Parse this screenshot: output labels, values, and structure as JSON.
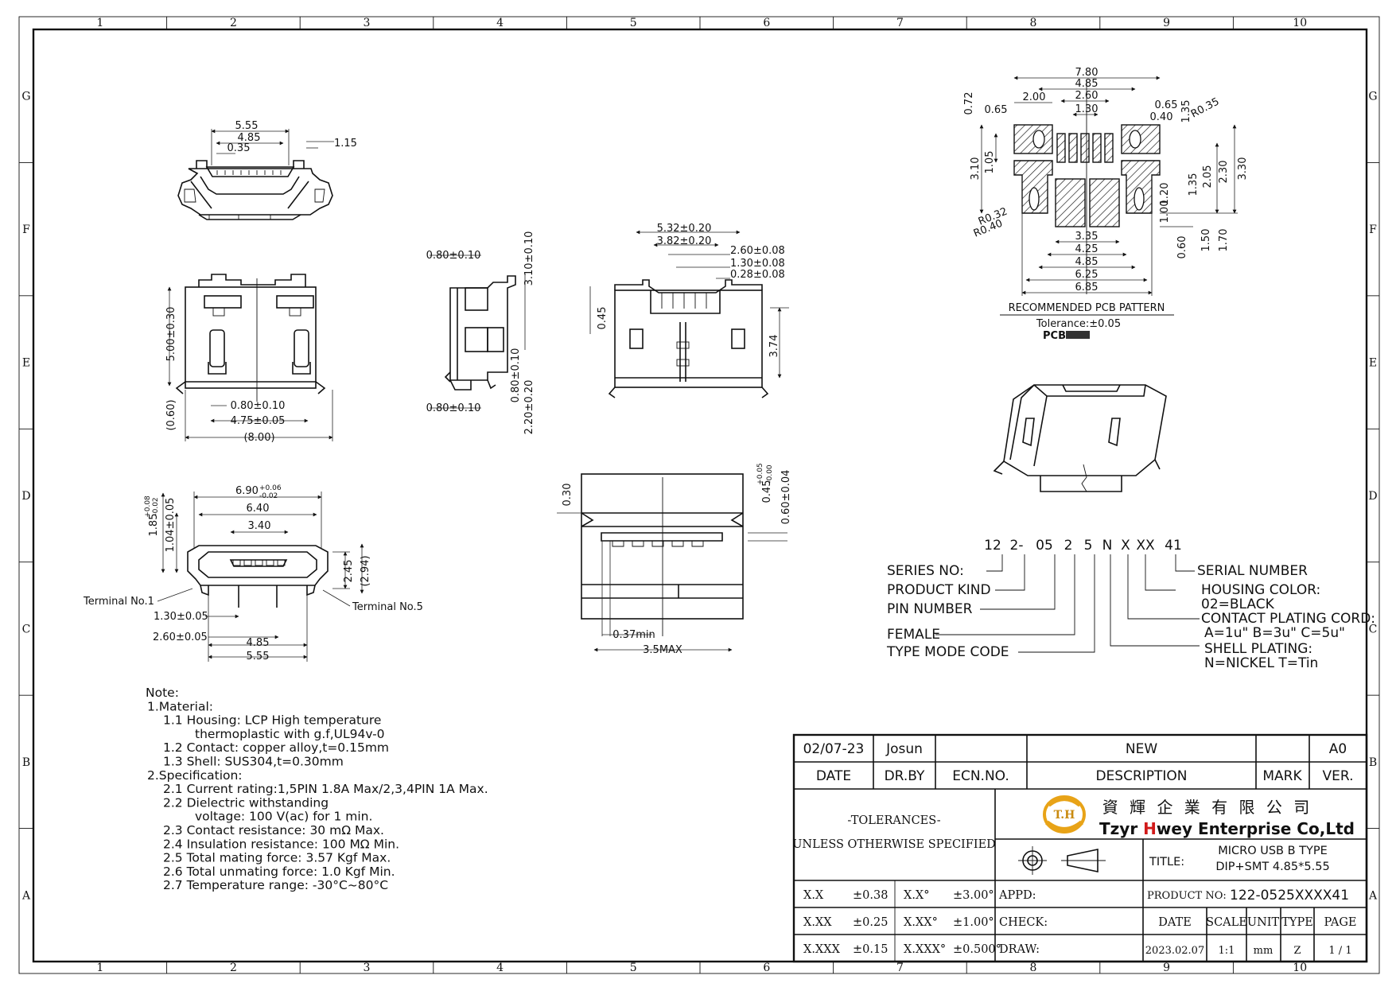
{
  "grid": {
    "columns": [
      "1",
      "2",
      "3",
      "4",
      "5",
      "6",
      "7",
      "8",
      "9",
      "10"
    ],
    "rows": [
      "G",
      "F",
      "E",
      "D",
      "C",
      "B",
      "A"
    ]
  },
  "dims": {
    "top_view": [
      "5.55",
      "4.85",
      "0.35",
      "1.15"
    ],
    "front_view": [
      "5.00±0.30",
      "0.80±0.10",
      "4.75±0.05",
      "(8.00)",
      "(0.60)"
    ],
    "side_view": [
      "0.80±0.10",
      "3.10±0.10",
      "0.80±0.10",
      "0.80±0.10",
      "2.20±0.20"
    ],
    "end_view": [
      "5.32±0.20",
      "3.82±0.20",
      "2.60±0.08",
      "1.30±0.08",
      "0.28±0.08",
      "0.45",
      "3.74"
    ],
    "mate_view": {
      "d1_base": "6.90",
      "d1_tol_up": "+0.06",
      "d1_tol_dn": "-0.02",
      "items": [
        "6.40",
        "3.40",
        "2.45",
        "(2.94)",
        "1.30±0.05",
        "2.60±0.05",
        "4.85",
        "5.55"
      ],
      "v1_base": "1.85",
      "v1_tol_up": "+0.08",
      "v1_tol_dn": "-0.02",
      "v2": "1.04±0.05",
      "terminal1": "Terminal No.1",
      "terminal5": "Terminal No.5"
    },
    "section_view": {
      "items": [
        "0.30",
        "0.37min",
        "3.5MAX",
        "0.60±0.04"
      ],
      "v1_base": "0.45",
      "v1_tol_up": "+0.05",
      "v1_tol_dn": "-0.00"
    },
    "pcb": {
      "top": [
        "7.80",
        "4.85",
        "2.60",
        "1.30",
        "2.00",
        "0.65",
        "0.65",
        "0.40",
        "R0.35",
        "0.72",
        "1.35"
      ],
      "left": [
        "3.10",
        "1.05",
        "R0.32",
        "R0.40"
      ],
      "right": [
        "3.30",
        "2.30",
        "2.05",
        "1.35",
        "1.20",
        "1.00",
        "0.60",
        "1.50",
        "1.70"
      ],
      "bottom": [
        "3.35",
        "4.25",
        "4.85",
        "6.25",
        "6.85"
      ],
      "title": "RECOMMENDED PCB PATTERN",
      "tolerance": "Tolerance:±0.05",
      "pcb_label": "PCB"
    }
  },
  "part_code": {
    "segments": [
      "12",
      "2-",
      "05",
      "2",
      "5",
      "N",
      "X",
      "XX",
      "41"
    ],
    "left_labels": [
      "SERIES NO:",
      "PRODUCT KIND",
      "PIN NUMBER",
      "FEMALE",
      "TYPE MODE CODE"
    ],
    "right_labels": [
      "SERIAL NUMBER",
      "HOUSING COLOR:",
      "02=BLACK",
      "CONTACT PLATING CORD:",
      "A=1u\"   B=3u\"   C=5u\"",
      "SHELL PLATING:",
      "N=NICKEL  T=Tin"
    ]
  },
  "notes": [
    "Note:",
    "1.Material:",
    "1.1  Housing: LCP High temperature",
    "thermoplastic with g.f,UL94v-0",
    "1.2  Contact: copper alloy,t=0.15mm",
    "1.3  Shell: SUS304,t=0.30mm",
    "2.Specification:",
    "2.1  Current rating:1,5PIN 1.8A Max/2,3,4PIN 1A Max.",
    "2.2  Dielectric withstanding",
    "voltage: 100 V(ac) for 1 min.",
    "2.3  Contact resistance: 30 mΩ Max.",
    "2.4  Insulation resistance: 100 MΩ Min.",
    "2.5  Total mating force: 3.57 Kgf Max.",
    "2.6  Total unmating force: 1.0 Kgf Min.",
    "2.7  Temperature range: -30°C~80°C"
  ],
  "title_block": {
    "rev_date": "02/07-23",
    "rev_by": "Josun",
    "rev_ecn": "",
    "rev_desc": "NEW",
    "rev_mark": "",
    "rev_ver": "A0",
    "h_date": "DATE",
    "h_drby": "DR.BY",
    "h_ecn": "ECN.NO.",
    "h_desc": "DESCRIPTION",
    "h_mark": "MARK",
    "h_ver": "VER.",
    "tol_title": "-TOLERANCES-",
    "tol_sub": "UNLESS OTHERWISE SPECIFIED",
    "company_cn": "資 輝 企 業 有 限 公 司",
    "company_en_1": "Tzyr ",
    "company_en_2": "H",
    "company_en_3": "wey Enterprise Co,Ltd",
    "logo_text": "T.H",
    "title_label": "TITLE:",
    "title_1": "MICRO USB B TYPE",
    "title_2": "DIP+SMT 4.85*5.55",
    "tol_rows": [
      [
        "X.X",
        "±0.38",
        "X.X°",
        "±3.00°"
      ],
      [
        "X.XX",
        "±0.25",
        "X.XX°",
        "±1.00°"
      ],
      [
        "X.XXX",
        "±0.15",
        "X.XXX°",
        "±0.500°"
      ]
    ],
    "appd": "APPD:",
    "check": "CHECK:",
    "draw": "DRAW:",
    "product_no_label": "PRODUCT NO:",
    "product_no": "122-0525XXXX41",
    "info_heads": [
      "DATE",
      "SCALE",
      "UNIT",
      "TYPE",
      "PAGE"
    ],
    "info_vals": [
      "2023.02.07",
      "1:1",
      "mm",
      "Z",
      "1 / 1"
    ]
  },
  "colors": {
    "logo_gold": "#e8a317",
    "logo_text": "#c98a0f",
    "accent_red": "#d11a1a"
  }
}
